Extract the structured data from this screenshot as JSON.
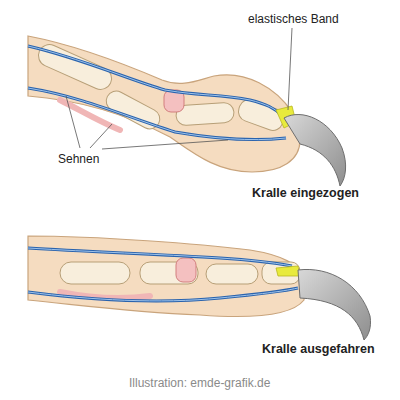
{
  "diagram": {
    "labels": [
      "elastisches Band",
      "Sehnen",
      "Kralle eingezogen",
      "Kralle ausgefahren",
      "Illustration: emde-grafik.de"
    ]
  }
}
